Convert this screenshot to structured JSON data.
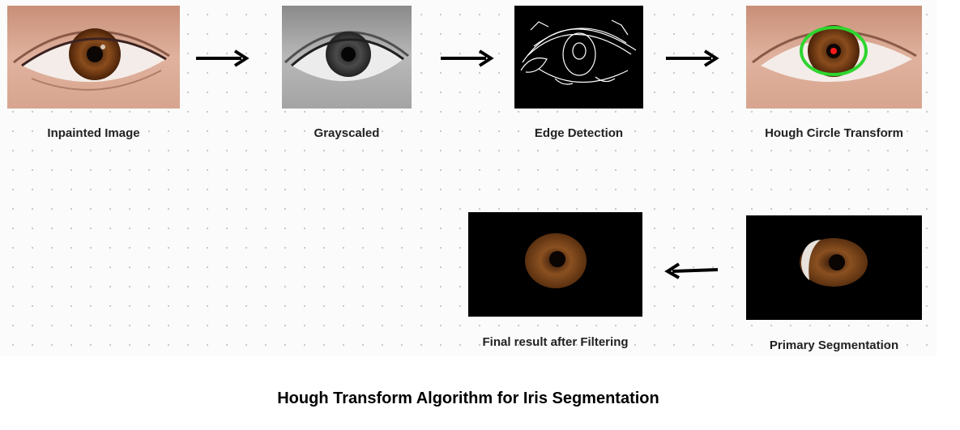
{
  "steps": [
    {
      "label": "Inpainted Image",
      "icon": "color-eye-photo"
    },
    {
      "label": "Grayscaled",
      "icon": "grayscale-eye-photo"
    },
    {
      "label": "Edge Detection",
      "icon": "edge-map-image"
    },
    {
      "label": "Hough Circle Transform",
      "icon": "detected-circle-eye-photo"
    },
    {
      "label": "Primary Segmentation",
      "icon": "segmented-iris-image"
    },
    {
      "label": "Final result after Filtering",
      "icon": "filtered-iris-image"
    }
  ],
  "caption": "Hough Transform Algorithm for Iris Segmentation",
  "colors": {
    "circle": "#2ed52e",
    "center": "#ff1a1a",
    "iris": "#7a4418",
    "arrow": "#000000"
  }
}
